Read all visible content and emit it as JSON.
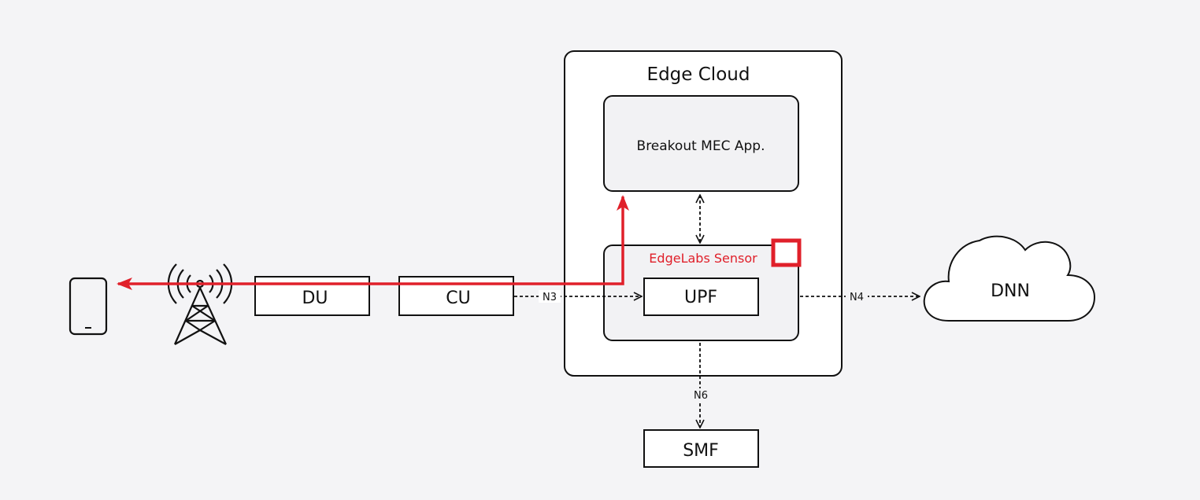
{
  "colors": {
    "background": "#f4f4f6",
    "stroke": "#111111",
    "box_fill": "#ffffff",
    "inner_fill": "#f2f2f4",
    "accent_red": "#e0202a"
  },
  "edge_cloud": {
    "title": "Edge Cloud"
  },
  "mec_app": {
    "label": "Breakout MEC App."
  },
  "sensor": {
    "label": "EdgeLabs Sensor"
  },
  "nodes": {
    "du": "DU",
    "cu": "CU",
    "upf": "UPF",
    "smf": "SMF",
    "dnn": "DNN"
  },
  "interfaces": {
    "n3": "N3",
    "n4": "N4",
    "n6": "N6"
  },
  "icons": {
    "device": "mobile-phone-icon",
    "tower": "cell-tower-icon",
    "cloud": "cloud-icon"
  }
}
